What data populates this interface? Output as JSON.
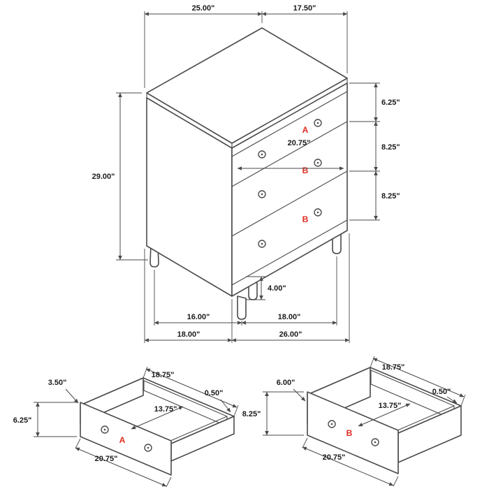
{
  "palette": {
    "line": "#4a4a4a",
    "text": "#1a1a1a",
    "accent": "#e02b20",
    "background": "#ffffff"
  },
  "chest": {
    "top_width": "25.00\"",
    "top_depth": "17.50\"",
    "overall_height": "29.00\"",
    "top_drawer_height": "6.25\"",
    "middle_drawer_height": "8.25\"",
    "bottom_drawer_height": "8.25\"",
    "drawer_opening_width": "20.75\"",
    "leg_height": "4.00\"",
    "leg_span_depth": "16.00\"",
    "leg_span_width": "18.00\"",
    "base_depth": "18.00\"",
    "base_width": "26.00\"",
    "label_top_drawer": "A",
    "label_middle_drawer": "B",
    "label_bottom_drawer": "B"
  },
  "drawer_a": {
    "label": "A",
    "side_height": "3.50\"",
    "inner_width": "18.75\"",
    "front_height": "6.25\"",
    "wall_thickness": "0.50\"",
    "inner_depth": "13.75\"",
    "front_width": "20.75\""
  },
  "drawer_b": {
    "label": "B",
    "side_height": "6.00\"",
    "inner_width": "18.75\"",
    "front_height": "8.25\"",
    "wall_thickness": "0.50\"",
    "inner_depth": "13.75\"",
    "front_width": "20.75\""
  }
}
